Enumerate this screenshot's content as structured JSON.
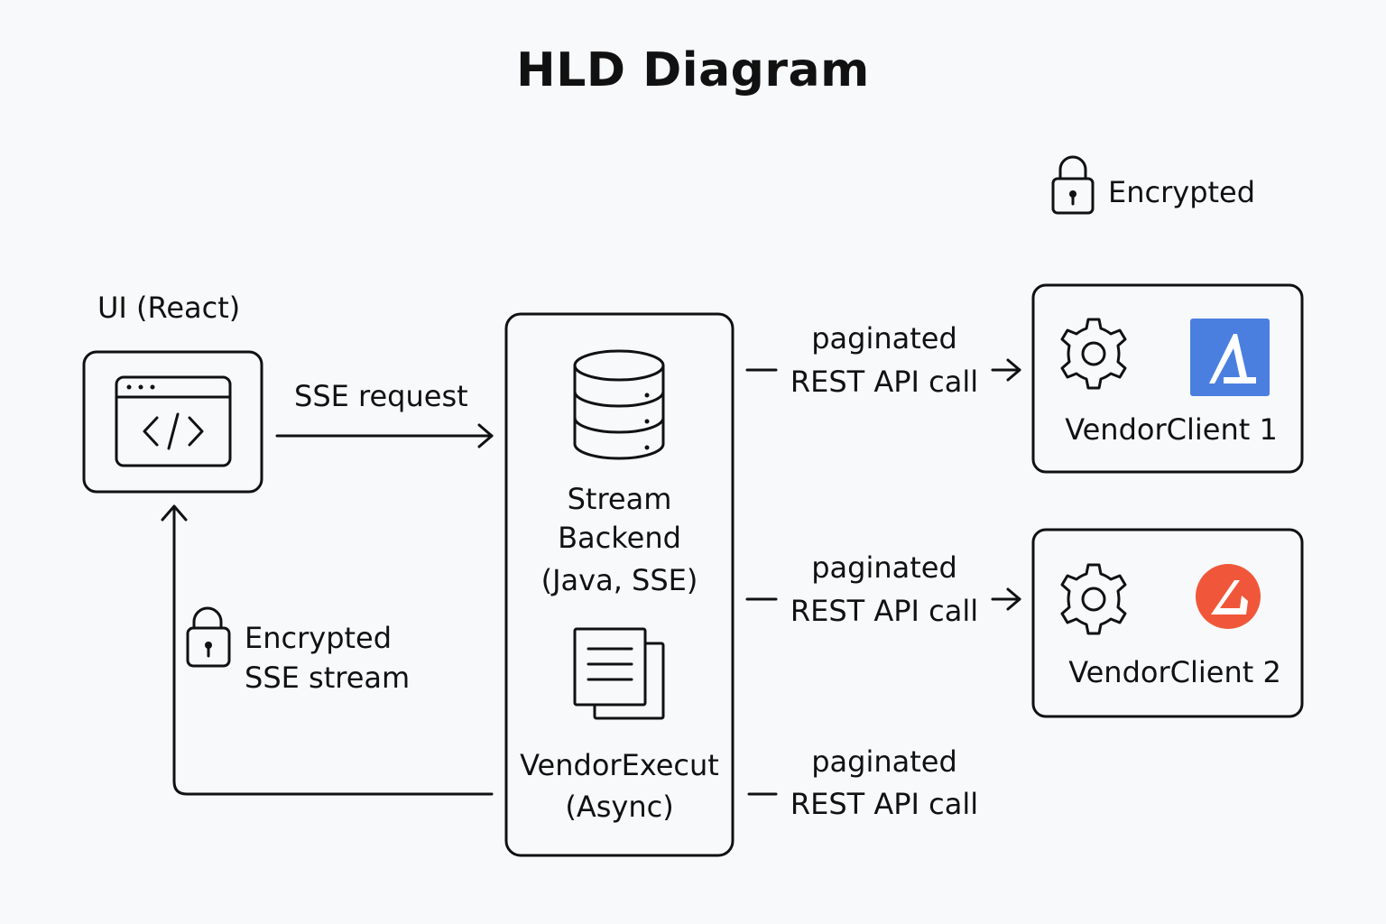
{
  "title": "HLD Diagram",
  "legend": {
    "label": "Encrypted",
    "icon": "lock-icon"
  },
  "ui_node": {
    "label": "UI (React)",
    "icon": "code-window-icon"
  },
  "sse_request_label": "SSE request",
  "encrypted_stream": {
    "line1": "Encrypted",
    "line2": "SSE stream",
    "icon": "lock-icon"
  },
  "backend": {
    "stream": {
      "line1": "Stream",
      "line2": "Backend",
      "line3": "(Java, SSE)",
      "icon": "database-icon"
    },
    "executor": {
      "line1": "VendorExecut",
      "line2": "(Async)",
      "icon": "documents-icon"
    }
  },
  "api_calls": [
    {
      "line1": "paginated",
      "line2": "REST API call"
    },
    {
      "line1": "paginated",
      "line2": "REST API call"
    },
    {
      "line1": "paginated",
      "line2": "REST API call"
    }
  ],
  "vendors": [
    {
      "label": "VendorClient 1",
      "icon": "gear-icon",
      "logo": "blue-a-logo",
      "logo_color": "#4a7fe0"
    },
    {
      "label": "VendorClient 2",
      "icon": "gear-icon",
      "logo": "red-circle-logo",
      "logo_color": "#f0573a"
    }
  ]
}
